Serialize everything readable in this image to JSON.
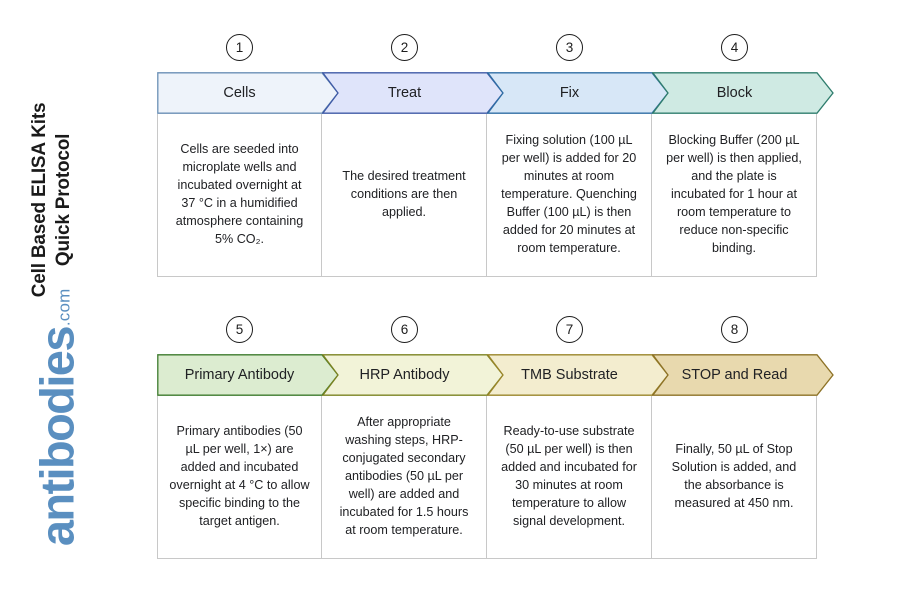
{
  "title": "Cell Based ELISA Kits\nQuick Protocol",
  "brand": {
    "word": "antibodies",
    "tld": ".com",
    "color": "#5a8fc0"
  },
  "rows": [
    {
      "name": "row-1",
      "steps": [
        {
          "number": "1",
          "label": "Cells",
          "fill": "#eef3fa",
          "stroke": "#6a8fb5",
          "text": "Cells are seeded into microplate wells and incubated overnight at 37 °C in a humidified atmosphere containing 5% CO₂."
        },
        {
          "number": "2",
          "label": "Treat",
          "fill": "#dfe4fa",
          "stroke": "#3f5aa6",
          "text": "The desired treatment conditions are then applied."
        },
        {
          "number": "3",
          "label": "Fix",
          "fill": "#d7e7f7",
          "stroke": "#2e6da4",
          "text": "Fixing solution (100 µL per well) is added for 20 minutes at room temperature. Quenching Buffer (100 µL) is then added for 20 minutes at room temperature."
        },
        {
          "number": "4",
          "label": "Block",
          "fill": "#cfeae3",
          "stroke": "#2f7d6d",
          "text": "Blocking Buffer (200 µL per well) is then applied, and the plate is incubated for 1 hour at room temperature to reduce non-specific binding."
        }
      ]
    },
    {
      "name": "row-2",
      "steps": [
        {
          "number": "5",
          "label": "Primary Antibody",
          "fill": "#dcecd0",
          "stroke": "#3c7a2c",
          "text": "Primary antibodies (50 µL per well, 1×) are added and incubated overnight at 4 °C to allow specific binding to the target antigen."
        },
        {
          "number": "6",
          "label": "HRP Antibody",
          "fill": "#f2f3d8",
          "stroke": "#7b8220",
          "text": "After appropriate washing steps, HRP-conjugated secondary antibodies (50 µL per well) are added and incubated for 1.5 hours at room temperature."
        },
        {
          "number": "7",
          "label": "TMB Substrate",
          "fill": "#f3edcf",
          "stroke": "#9a8529",
          "text": "Ready-to-use substrate (50 µL per well) is then added and incubated for 30 minutes at room temperature to allow signal development."
        },
        {
          "number": "8",
          "label": "STOP and Read",
          "fill": "#e8d9ae",
          "stroke": "#8d7226",
          "text": "Finally, 50 µL of Stop Solution is added, and the absorbance is measured at 450 nm."
        }
      ]
    }
  ]
}
